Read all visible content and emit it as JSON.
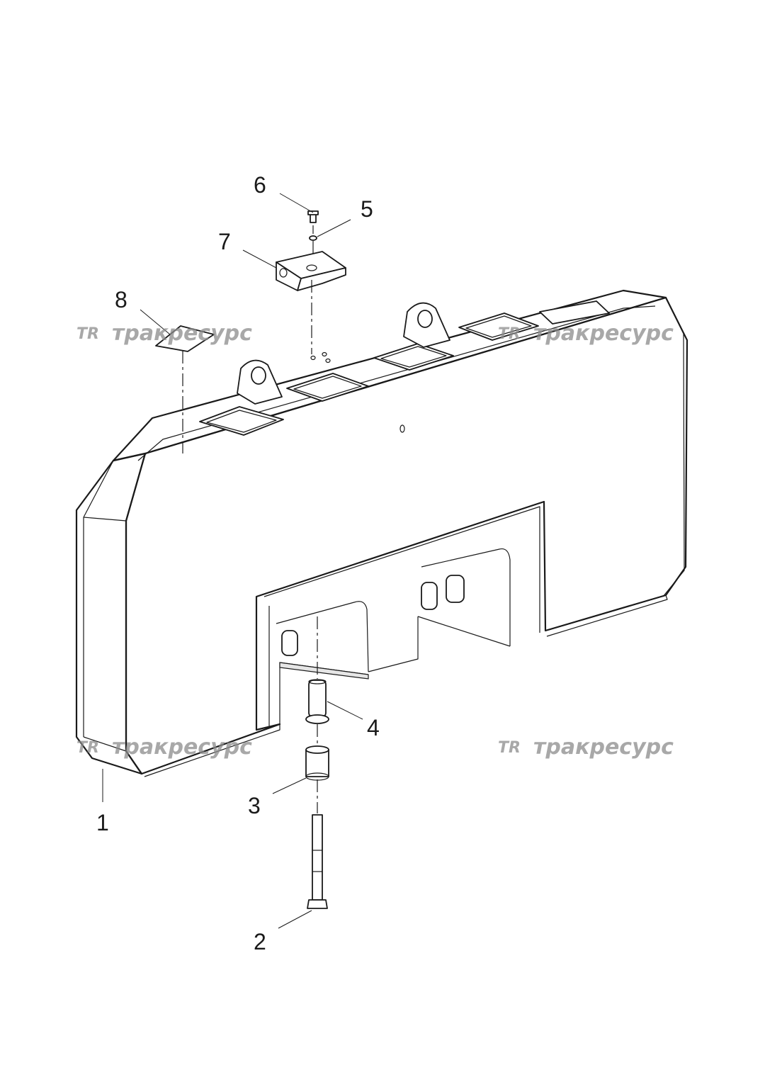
{
  "watermark": {
    "logo": "TR",
    "text": "тракресурс"
  },
  "callouts": [
    {
      "id": "1",
      "label": "1"
    },
    {
      "id": "2",
      "label": "2"
    },
    {
      "id": "3",
      "label": "3"
    },
    {
      "id": "4",
      "label": "4"
    },
    {
      "id": "5",
      "label": "5"
    },
    {
      "id": "6",
      "label": "6"
    },
    {
      "id": "7",
      "label": "7"
    },
    {
      "id": "8",
      "label": "8"
    }
  ]
}
